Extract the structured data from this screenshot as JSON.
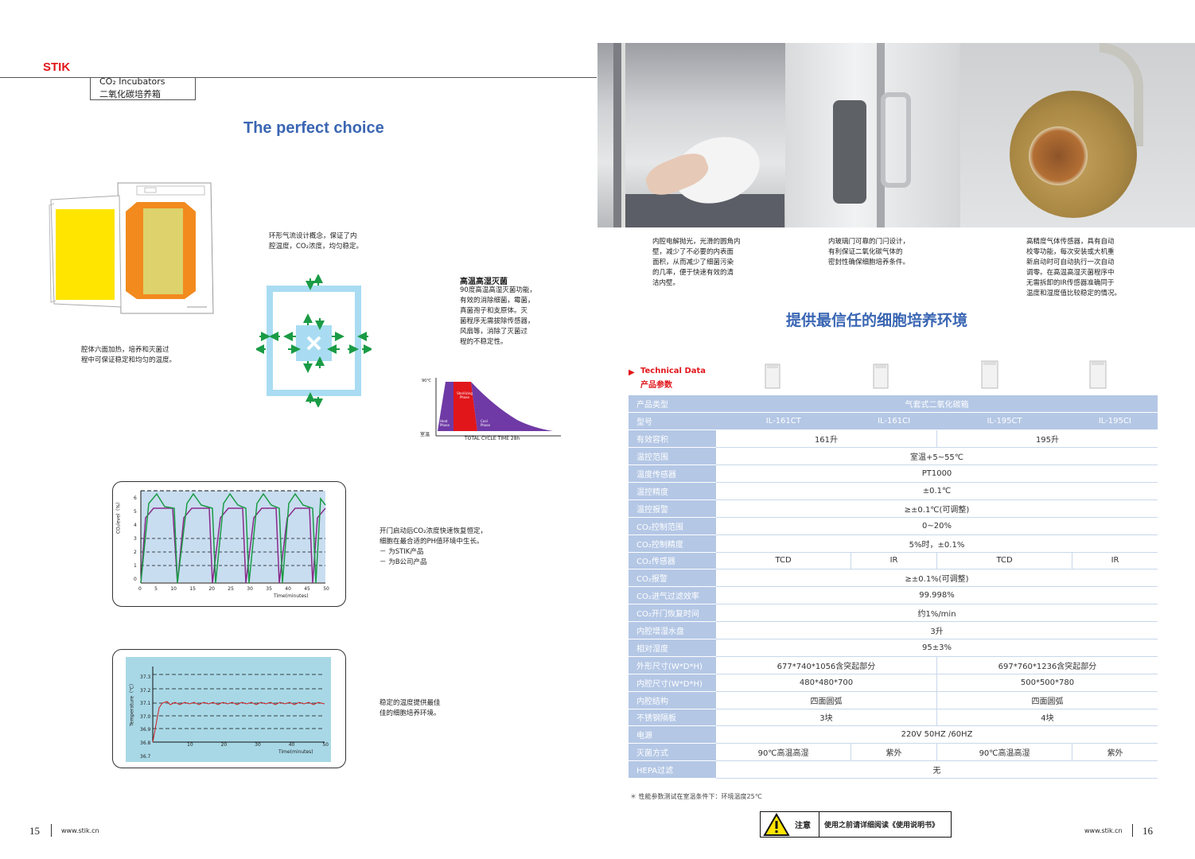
{
  "header": {
    "brand": "STIK",
    "product_en": "CO₂ Incubators",
    "product_cn": "二氧化碳培养箱"
  },
  "title": "The perfect choice",
  "left_texts": {
    "heating": [
      "腔体六面加热，培养和灭菌过",
      "程中可保证稳定和均匀的温度。"
    ],
    "airflow": [
      "环形气流设计概念，保证了内",
      "腔温度，CO₂浓度，均匀稳定。"
    ],
    "sterilize_title": "高温高湿灭菌",
    "sterilize": [
      "90度高温高湿灭菌功能，",
      "有效的消除细菌，霉菌，",
      "真菌孢子和支原体。灭",
      "菌程序无需拔除传感器，",
      "风扇等，消除了灭菌过",
      "程的不稳定性。"
    ],
    "co2_recovery": [
      "开门启动后CO₂浓度快速恢复恒定，",
      "细胞在最合适的PH值环境中生长。",
      "－ 为STIK产品",
      "－ 为B公司产品"
    ],
    "temp_stable": [
      "稳定的温度提供最佳",
      "佳的细胞培养环境。"
    ]
  },
  "sterilize_chart": {
    "y_top": "90℃",
    "y_bottom": "室温",
    "phase_1": "Heat Phase",
    "phase_2": "Sterilizing Phase",
    "phase_3": "Cool Phase",
    "caption": "TOTAL CYCLE TIME 28h"
  },
  "co2_chart": {
    "ylabel": "CO₂level（%）",
    "xlabel": "Time(minutes)",
    "yticks": [
      "6",
      "5",
      "4",
      "3",
      "2",
      "1",
      "0"
    ],
    "xticks": [
      "0",
      "5",
      "10",
      "15",
      "20",
      "25",
      "30",
      "35",
      "40",
      "45",
      "50"
    ]
  },
  "temp_chart": {
    "ylabel": "Temperature（℃）",
    "xlabel": "Time(minutes)",
    "yticks": [
      "37.3",
      "37.2",
      "37.1",
      "37.0",
      "36.9",
      "36.8",
      "36.7"
    ],
    "xticks": [
      "10",
      "20",
      "30",
      "40",
      "50"
    ]
  },
  "photo_captions": {
    "p1": [
      "内腔电解抛光，光滑的圆角内",
      "壁，减少了不必要的内表面",
      "面积，从而减少了细菌污染",
      "的几率，便于快速有效的清",
      "洁内壁。"
    ],
    "p2": [
      "内玻璃门可靠的门闩设计，",
      "有利保证二氧化碳气体的",
      "密封性确保细胞培养条件。"
    ],
    "p3": [
      "高精度气体传感器，具有自动",
      "校零功能，每次安装或大机重",
      "新启动时可自动执行一次自动",
      "调零。在高温高湿灭菌程序中",
      "无需拆卸的IR传感器准确同于",
      "温度和湿度值比较稳定的情况。"
    ]
  },
  "right_heading": "提供最信任的细胞培养环境",
  "tech": {
    "title_en": "Technical Data",
    "title_cn": "产品参数"
  },
  "table": {
    "rows": [
      {
        "label": "产品类型",
        "cells": [
          {
            "t": "气套式二氧化碳箱",
            "span": 4
          }
        ],
        "hd": true
      },
      {
        "label": "型号",
        "cells": [
          {
            "t": "IL-161CT"
          },
          {
            "t": "IL-161CI"
          },
          {
            "t": "IL-195CT"
          },
          {
            "t": "IL-195CI"
          }
        ],
        "hd": true
      },
      {
        "label": "有效容积",
        "cells": [
          {
            "t": "161升",
            "span": 2
          },
          {
            "t": "195升",
            "span": 2
          }
        ]
      },
      {
        "label": "温控范围",
        "cells": [
          {
            "t": "室温+5~55℃",
            "span": 4
          }
        ]
      },
      {
        "label": "温度传感器",
        "cells": [
          {
            "t": "PT1000",
            "span": 4
          }
        ]
      },
      {
        "label": "温控精度",
        "cells": [
          {
            "t": "±0.1℃",
            "span": 4
          }
        ]
      },
      {
        "label": "温控报警",
        "cells": [
          {
            "t": "≥±0.1℃(可调整)",
            "span": 4
          }
        ]
      },
      {
        "label": "CO₂控制范围",
        "cells": [
          {
            "t": "0~20%",
            "span": 4
          }
        ]
      },
      {
        "label": "CO₂控制精度",
        "cells": [
          {
            "t": "5%时，±0.1%",
            "span": 4
          }
        ]
      },
      {
        "label": "CO₂传感器",
        "cells": [
          {
            "t": "TCD"
          },
          {
            "t": "IR"
          },
          {
            "t": "TCD"
          },
          {
            "t": "IR"
          }
        ]
      },
      {
        "label": "CO₂报警",
        "cells": [
          {
            "t": "≥±0.1%(可调整)",
            "span": 4
          }
        ]
      },
      {
        "label": "CO₂进气过滤效率",
        "cells": [
          {
            "t": "99.998%",
            "span": 4
          }
        ]
      },
      {
        "label": "CO₂开门恢复时间",
        "cells": [
          {
            "t": "约1%/min",
            "span": 4
          }
        ]
      },
      {
        "label": "内腔增湿水盘",
        "cells": [
          {
            "t": "3升",
            "span": 4
          }
        ]
      },
      {
        "label": "相对湿度",
        "cells": [
          {
            "t": "95±3%",
            "span": 4
          }
        ]
      },
      {
        "label": "外形尺寸(W*D*H)",
        "cells": [
          {
            "t": "677*740*1056含突起部分",
            "span": 2
          },
          {
            "t": "697*760*1236含突起部分",
            "span": 2
          }
        ]
      },
      {
        "label": "内腔尺寸(W*D*H)",
        "cells": [
          {
            "t": "480*480*700",
            "span": 2
          },
          {
            "t": "500*500*780",
            "span": 2
          }
        ]
      },
      {
        "label": "内腔结构",
        "cells": [
          {
            "t": "四面圆弧",
            "span": 2
          },
          {
            "t": "四面圆弧",
            "span": 2
          }
        ]
      },
      {
        "label": "不锈钢隔板",
        "cells": [
          {
            "t": "3块",
            "span": 2
          },
          {
            "t": "4块",
            "span": 2
          }
        ]
      },
      {
        "label": "电源",
        "cells": [
          {
            "t": "220V 50HZ /60HZ",
            "span": 4
          }
        ]
      },
      {
        "label": "灭菌方式",
        "cells": [
          {
            "t": "90℃高温高湿"
          },
          {
            "t": "紫外"
          },
          {
            "t": "90℃高温高湿"
          },
          {
            "t": "紫外"
          }
        ]
      },
      {
        "label": "HEPA过滤",
        "cells": [
          {
            "t": "无",
            "span": 4
          }
        ]
      }
    ]
  },
  "footnote": "＊ 性能参数测试在室温条件下：环境温度25℃",
  "notice": {
    "label": "注意",
    "text": "使用之前请详细阅读《使用说明书》"
  },
  "footer": {
    "left_page": "15",
    "right_page": "16",
    "site": "www.stik.cn"
  },
  "colors": {
    "brand_red": "#e1161b",
    "title_blue": "#3a66b3",
    "table_blue": "#b4c7e5",
    "airflow_blue": "#a9dcf2",
    "arrow_green": "#1a9b45"
  }
}
